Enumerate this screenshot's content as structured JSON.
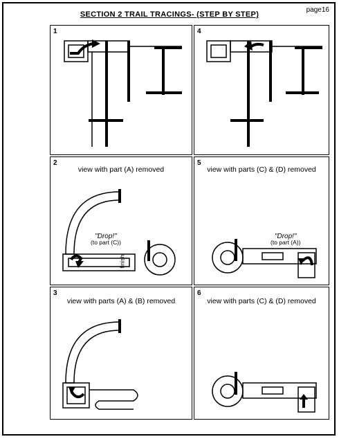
{
  "header": {
    "title": "SECTION 2 TRAIL TRACINGS- (STEP BY STEP)",
    "page": "page16"
  },
  "panels": [
    {
      "num": "1",
      "caption": ""
    },
    {
      "num": "4",
      "caption": ""
    },
    {
      "num": "2",
      "caption": "view with part (A) removed",
      "drop": "\"Drop!\"",
      "drop_note": "(to part (C))",
      "finish": "finish"
    },
    {
      "num": "5",
      "caption": "view with parts (C) & (D) removed",
      "drop": "\"Drop!\"",
      "drop_note": "(to part (A))"
    },
    {
      "num": "3",
      "caption": "view with parts (A) & (B) removed"
    },
    {
      "num": "6",
      "caption": "view with parts (C) & (D) removed"
    }
  ]
}
